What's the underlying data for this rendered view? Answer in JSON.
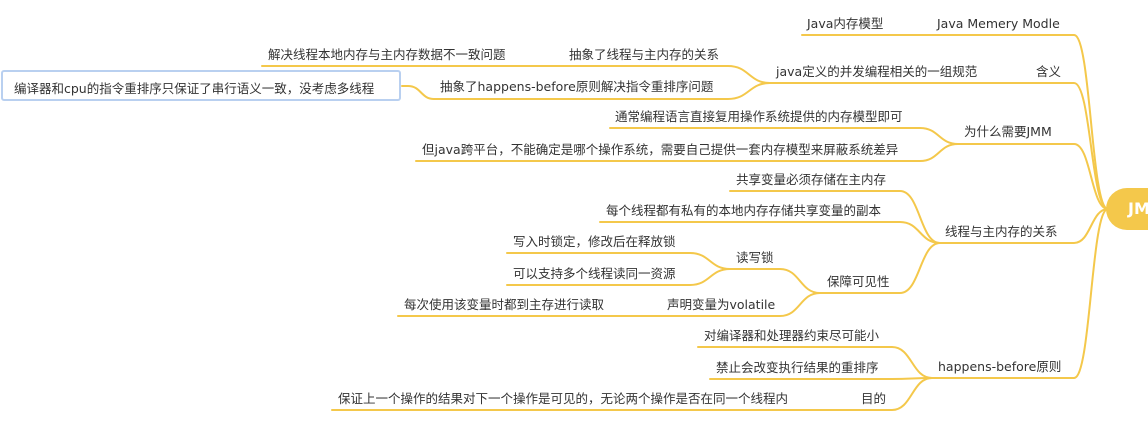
{
  "colors": {
    "branch": "#f4c84b",
    "root_fill": "#f4c84b",
    "selection_border": "#b9d0f0",
    "text": "#333333"
  },
  "root": {
    "label": "JMM"
  },
  "topics": {
    "jmm_name": "Java Memery Modle",
    "jmm_name_child": "Java内存模型",
    "meaning": "含义",
    "meaning_def": "java定义的并发编程相关的一组规范",
    "meaning_abs1": "抽象了线程与主内存的关系",
    "meaning_abs1_child": "解决线程本地内存与主内存数据不一致问题",
    "meaning_abs2": "抽象了happens-before原则解决指令重排序问题",
    "meaning_abs2_child": "编译器和cpu的指令重排序只保证了串行语义一致，没考虑多线程",
    "why": "为什么需要JMM",
    "why_1": "通常编程语言直接复用操作系统提供的内存模型即可",
    "why_2": "但java跨平台，不能确定是哪个操作系统，需要自己提供一套内存模型来屏蔽系统差异",
    "thread": "线程与主内存的关系",
    "thread_1": "共享变量必须存储在主内存",
    "thread_2": "每个线程都有私有的本地内存存储共享变量的副本",
    "visibility": "保障可见性",
    "rwlock": "读写锁",
    "rwlock_1": "写入时锁定，修改后在释放锁",
    "rwlock_2": "可以支持多个线程读同一资源",
    "volatile": "声明变量为volatile",
    "volatile_1": "每次使用该变量时都到主存进行读取",
    "hb": "happens-before原则",
    "hb_1": "对编译器和处理器约束尽可能小",
    "hb_2": "禁止会改变执行结果的重排序",
    "hb_goal": "目的",
    "hb_goal_1": "保证上一个操作的结果对下一个操作是可见的，无论两个操作是否在同一个线程内"
  }
}
